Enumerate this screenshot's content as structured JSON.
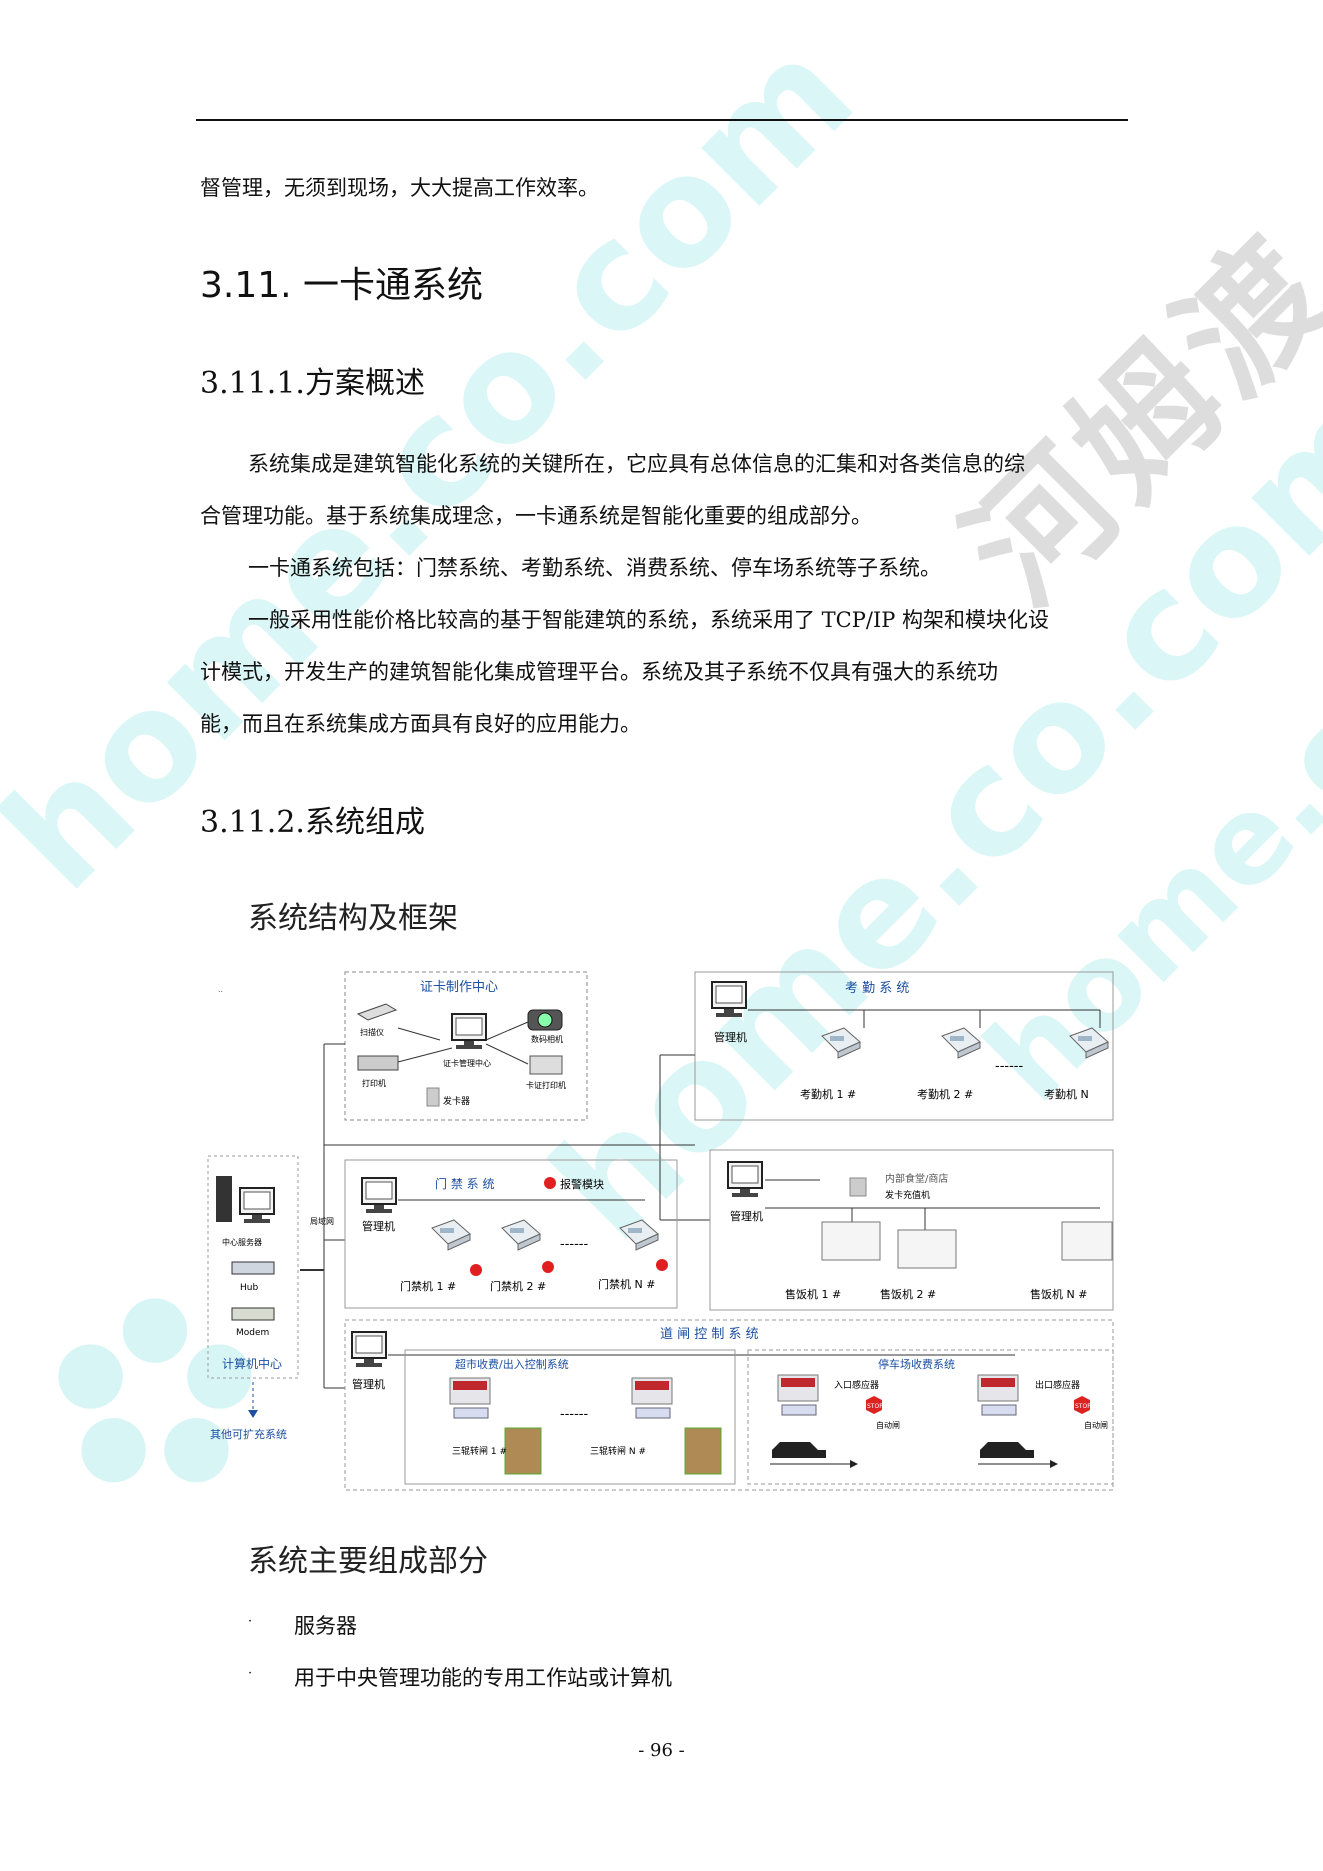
{
  "para_top": "督管理，无须到现场，大大提高工作效率。",
  "section_311": "3.11. 一卡通系统",
  "section_3111": "3.11.1.方案概述",
  "para1_line1": "系统集成是建筑智能化系统的关键所在，它应具有总体信息的汇集和对各类信息的综",
  "para1_line2": "合管理功能。基于系统集成理念，一卡通系统是智能化重要的组成部分。",
  "para2": "一卡通系统包括：门禁系统、考勤系统、消费系统、停车场系统等子系统。",
  "para3_line1": "一般采用性能价格比较高的基于智能建筑的系统，系统采用了 TCP/IP 构架和模块化设",
  "para3_line2": "计模式，开发生产的建筑智能化集成管理平台。系统及其子系统不仅具有强大的系统功",
  "para3_line3": "能，而且在系统集成方面具有良好的应用能力。",
  "section_3112": "3.11.2.系统组成",
  "subhead_arch": "系统结构及框架",
  "diagram": {
    "card_center": "证卡制作中心",
    "scanner": "扫描仪",
    "printer": "打印机",
    "card_mgmt": "证卡管理中心",
    "digital_camera": "数码相机",
    "card_printer": "卡证打印机",
    "card_issuer": "发卡器",
    "attendance_system": "考 勤 系 统",
    "mgmt_pc": "管理机",
    "att1": "考勤机 1 #",
    "att2": "考勤机 2 #",
    "attn": "考勤机 N",
    "computer_center": "计算机中心",
    "central_server": "中心服务器",
    "hub": "Hub",
    "modem": "Modem",
    "lan": "局域网",
    "access_system": "门 禁 系 统",
    "alarm_module": "报警模块",
    "door1": "门禁机 1 #",
    "door2": "门禁机 2 #",
    "doorn": "门禁机 N #",
    "canteen": "内部食堂/商店",
    "card_recharge": "发卡充值机",
    "sale1": "售饭机 1 #",
    "sale2": "售饭机 2 #",
    "salen": "售饭机 N #",
    "gate_control": "道 闸 控 制 系 统",
    "supermarket": "超市收费/出入控制系统",
    "turnstile1": "三辊转闸 1 #",
    "turnstilen": "三辊转闸 N #",
    "parking": "停车场收费系统",
    "entry_sensor": "入口感应器",
    "exit_sensor": "出口感应器",
    "auto_gate": "自动闸",
    "stop": "STOP",
    "other_ext": "其他可扩充系统",
    "dashes": "------"
  },
  "subhead_parts": "系统主要组成部分",
  "bullets": [
    "服务器",
    "用于中央管理功能的专用工作站或计算机"
  ],
  "bullet_mark": "·",
  "page_number": "- 96 -",
  "watermark": {
    "latin": "home.co.com",
    "cn": "河姆渡"
  }
}
